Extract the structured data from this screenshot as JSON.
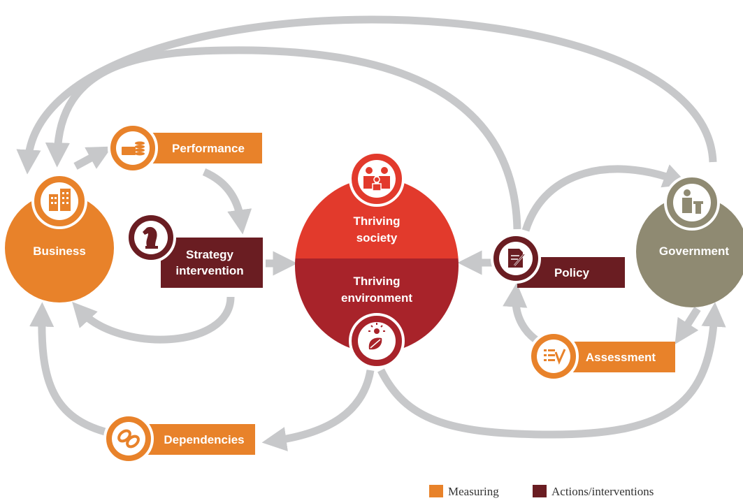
{
  "colors": {
    "measuring": "#e8822a",
    "actions": "#6a1d22",
    "society": "#e23a2c",
    "environment": "#a8232a",
    "government": "#8f8a72",
    "arrow": "#c7c8ca"
  },
  "nodes": {
    "business": "Business",
    "government": "Government",
    "society": [
      "Thriving",
      "society"
    ],
    "environment": [
      "Thriving",
      "environment"
    ],
    "performance": "Performance",
    "strategy": [
      "Strategy",
      "intervention"
    ],
    "policy": "Policy",
    "assessment": "Assessment",
    "dependencies": "Dependencies"
  },
  "legend": {
    "measuring": "Measuring",
    "actions": "Actions/interventions"
  }
}
